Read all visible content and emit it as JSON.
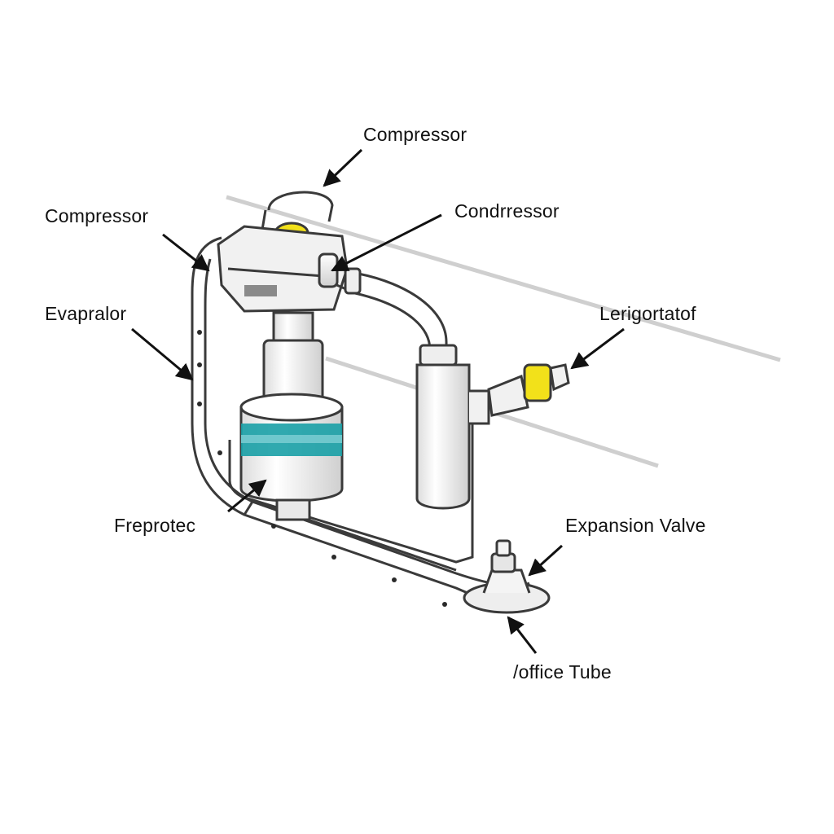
{
  "labels": {
    "compressor_top": "Compressor",
    "compressor_left": "Compressor",
    "condenser": "Condrressor",
    "evaporator": "Evapralor",
    "refrigerant": "Lerigortatof",
    "freprotec": "Freprotec",
    "expansion_valve": "Expansion Valve",
    "orifice_tube": "/office Tube"
  },
  "colors": {
    "outline": "#3a3a3a",
    "metal_light": "#f1f1f1",
    "metal_mid": "#d9d9d9",
    "accent_yellow": "#f2e11a",
    "accent_teal": "#1aa0a6"
  }
}
